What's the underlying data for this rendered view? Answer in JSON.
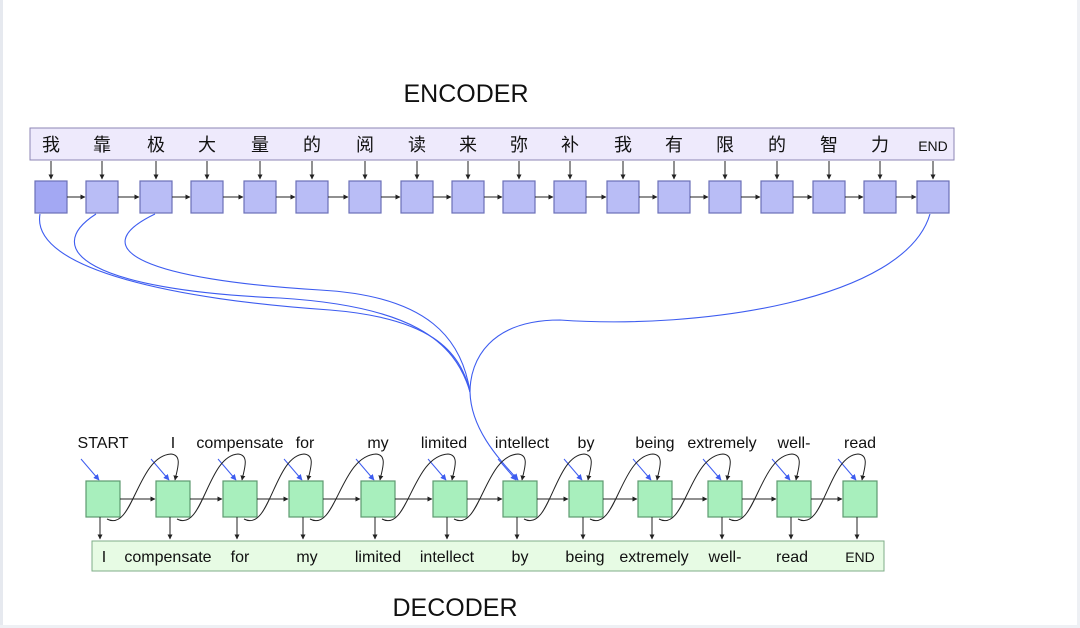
{
  "encoder": {
    "title": "ENCODER",
    "tokens": [
      "我",
      "靠",
      "极",
      "大",
      "量",
      "的",
      "阅",
      "读",
      "来",
      "弥",
      "补",
      "我",
      "有",
      "限",
      "的",
      "智",
      "力",
      "END"
    ]
  },
  "decoder": {
    "title": "DECODER",
    "inputs": [
      "START",
      "I",
      "compensate",
      "for",
      "my",
      "limited",
      "intellect",
      "by",
      "being",
      "extremely",
      "well-",
      "read"
    ],
    "outputs": [
      "I",
      "compensate",
      "for",
      "my",
      "limited",
      "intellect",
      "by",
      "being",
      "extremely",
      "well-",
      "read",
      "END"
    ]
  },
  "colors": {
    "encoder_cell": "#b9bdf6",
    "encoder_cell_first": "#a3a8f3",
    "encoder_cell_border": "#6b70b8",
    "token_bar": "#eeeafc",
    "token_bar_border": "#8c86b4",
    "decoder_cell": "#a8efbd",
    "decoder_cell_border": "#5d9a70",
    "output_bar": "#e7fbe4",
    "output_bar_border": "#7fae88",
    "attention_curve": "#3d5cf0",
    "arrow": "#222222"
  }
}
